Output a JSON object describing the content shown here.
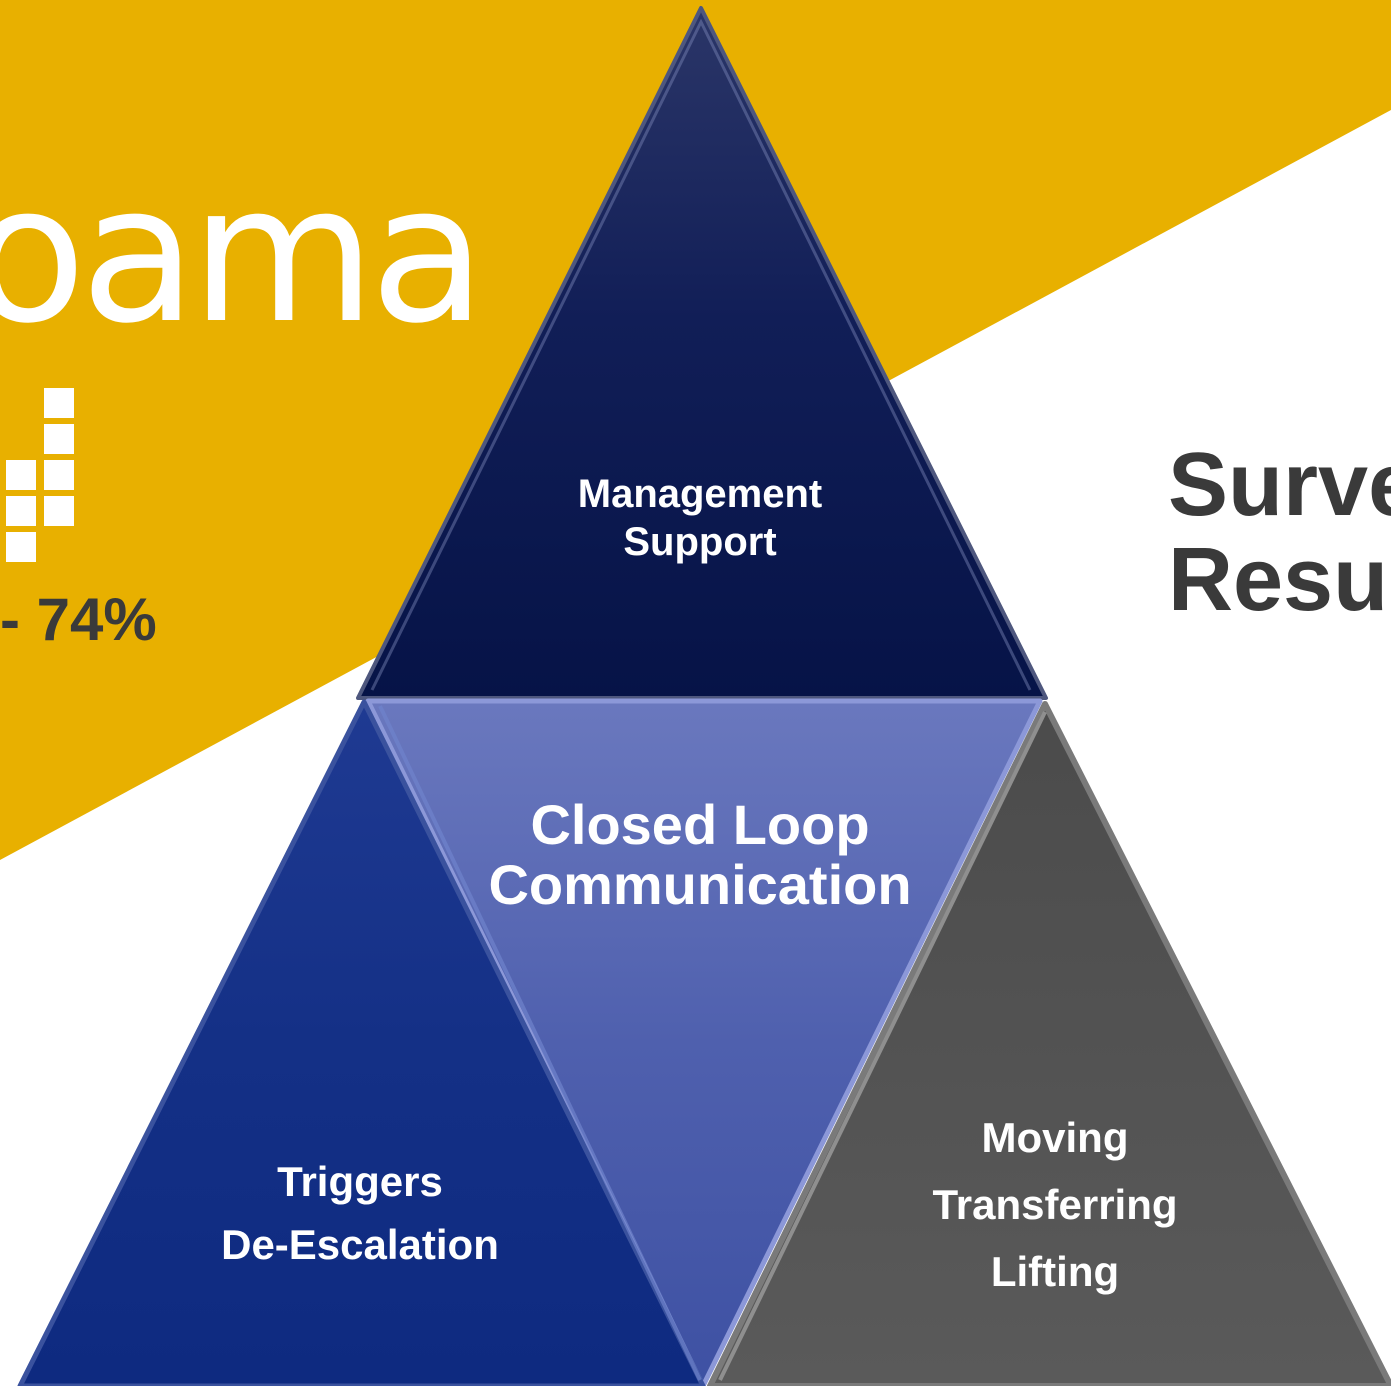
{
  "brand": {
    "text": "oama",
    "logo_icon": "block-grid-logo-icon"
  },
  "stat": {
    "value": "- 74%"
  },
  "survey": {
    "title_line1": "Surve",
    "title_line2": "Resu"
  },
  "pyramid": {
    "top": {
      "line1": "Management",
      "line2": "Support"
    },
    "center": {
      "line1": "Closed Loop",
      "line2": "Communication"
    },
    "left": {
      "line1": "Triggers",
      "line2": "De-Escalation"
    },
    "right": {
      "line1": "Moving",
      "line2": "Transferring",
      "line3": "Lifting"
    }
  },
  "colors": {
    "accent_gold": "#E8B000",
    "navy": "#0D1B5A",
    "royal_blue": "#1A3290",
    "periwinkle": "#5A68B8",
    "gray": "#555555",
    "text_dark": "#3a3a3a"
  }
}
